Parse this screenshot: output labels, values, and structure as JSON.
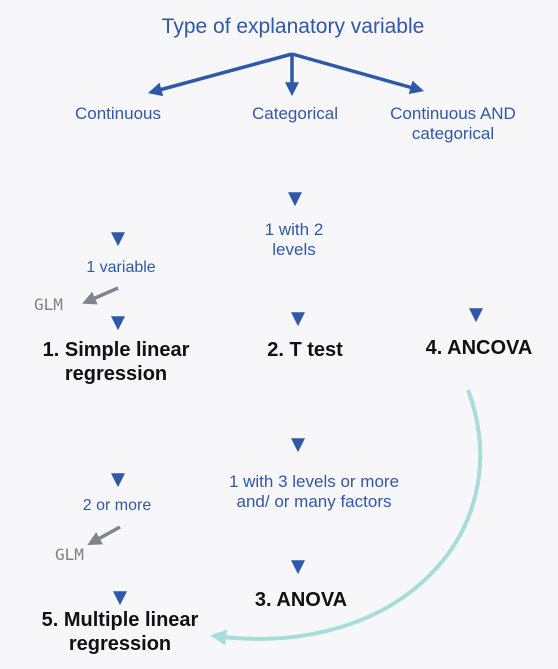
{
  "title": "Type of explanatory variable",
  "branches": {
    "continuous": "Continuous",
    "categorical": "Categorical",
    "both": "Continuous AND categorical"
  },
  "conditions": {
    "one_variable": "1 variable",
    "two_or_more": "2 or more",
    "one_with_two_levels": "1 with 2 levels",
    "three_levels": "1 with 3 levels or more and/ or many factors"
  },
  "results": {
    "simple_lr": "1. Simple linear regression",
    "t_test": "2. T test",
    "anova": "3. ANOVA",
    "ancova": "4. ANCOVA",
    "multiple_lr": "5. Multiple linear regression"
  },
  "glm_label": "GLM",
  "colors": {
    "arrow_blue": "#2f58a8",
    "arrow_gray": "#7c8591",
    "curve_teal": "#a6ddd9",
    "text_blue": "#2f58a8"
  }
}
